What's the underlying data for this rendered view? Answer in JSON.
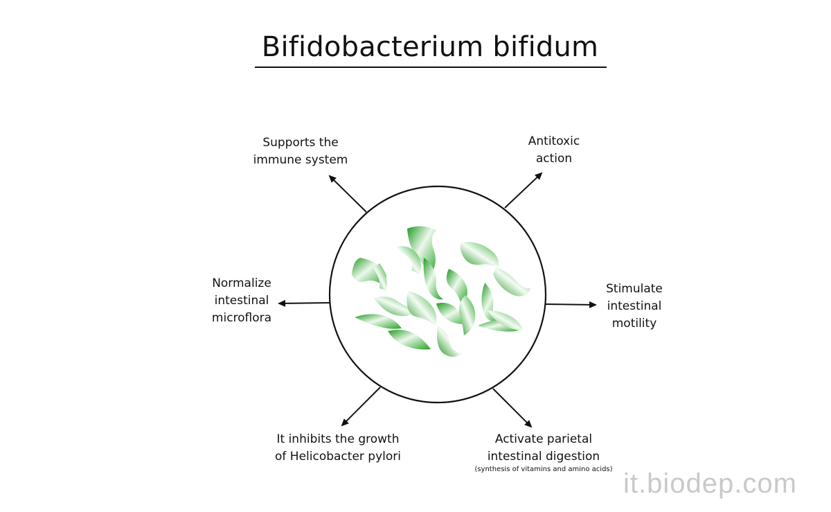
{
  "title": "Bifidobacterium bifidum",
  "labels": {
    "top_left": [
      "Supports the",
      "immune system"
    ],
    "top_right": [
      "Antitoxic",
      "action"
    ],
    "left": [
      "Normalize",
      "intestinal",
      "microflora"
    ],
    "right": [
      "Stimulate",
      "intestinal",
      "motility"
    ],
    "bottom_left": [
      "It inhibits the growth",
      "of Helicobacter pylori"
    ],
    "bottom_right": [
      "Activate parietal",
      "intestinal digestion"
    ],
    "bottom_right_note": "(synthesis of vitamins and amino acids)"
  },
  "watermark": "it.biodep.com",
  "colors": {
    "bacteria_dark": "#1f9a1f",
    "bacteria_light": "#e8f5e8",
    "ink": "#111111"
  }
}
